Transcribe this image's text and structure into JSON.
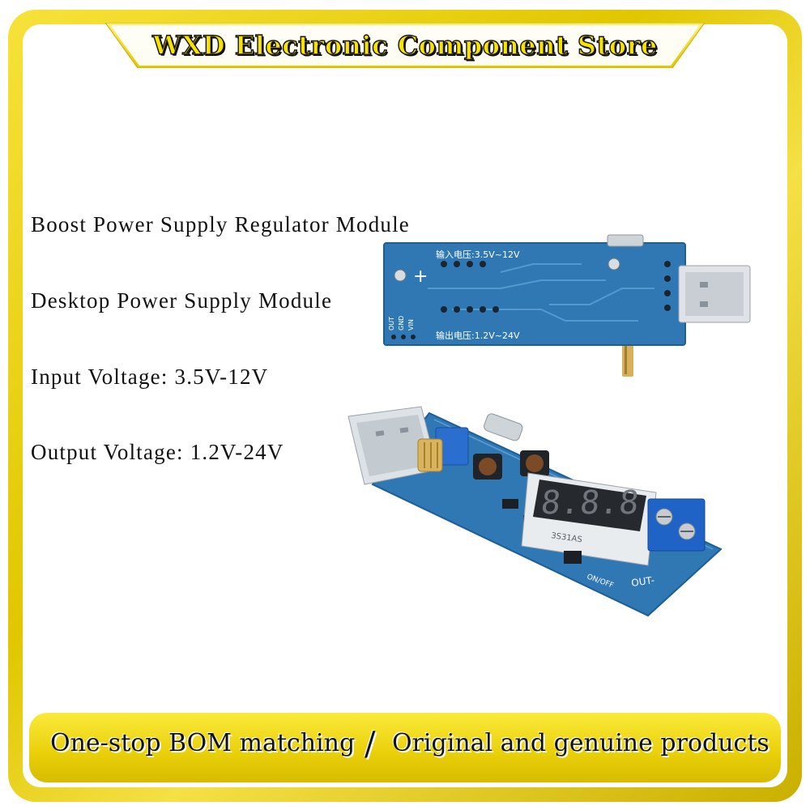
{
  "header": {
    "store_name": "WXD Electronic Component Store"
  },
  "features": [
    "Boost Power Supply Regulator Module",
    "Desktop Power Supply Module",
    "Input Voltage: 3.5V-12V",
    "Output Voltage: 1.2V-24V"
  ],
  "board_back": {
    "input_label": "输入电压:3.5V~12V",
    "output_label": "输出电压:1.2V~24V",
    "plus": "+",
    "pins": [
      "OUT",
      "GND",
      "VIN"
    ]
  },
  "board_front": {
    "display_digits": "8.8.8",
    "chip_text": "3S31AS",
    "switch_label": "ON/OFF",
    "terminal_label": "OUT-"
  },
  "footer": {
    "left_text": "One-stop BOM matching",
    "separator": "/",
    "right_text": "Original and genuine products"
  },
  "colors": {
    "frame": "#e9cf08",
    "pcb": "#2f78b4",
    "potentiometer": "#2a6fd0",
    "terminal": "#1f63c6"
  }
}
